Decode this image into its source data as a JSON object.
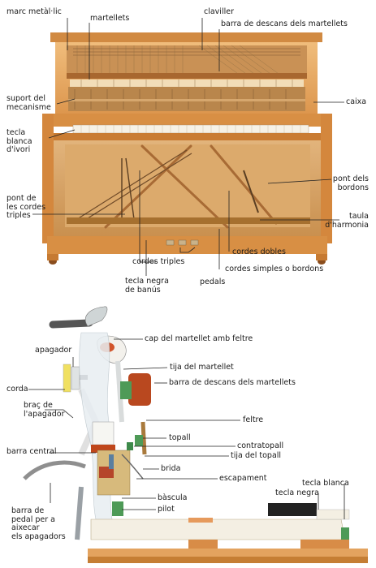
{
  "piano_labels": {
    "marc_metallic": "marc metàl·lic",
    "martellets": "martellets",
    "claviller": "claviller",
    "barra_descans": "barra de descans dels martellets",
    "suport_mecanisme": "suport del\nmecanisme",
    "caixa": "caixa",
    "tecla_blanca_ivori": "tecla\nblanca\nd'ivori",
    "pont_bordons": "pont dels\nbordons",
    "pont_cordes_triples": "pont de\nles cordes\ntriples",
    "taula_harmonia": "taula\nd'harmonia",
    "cordes_dobles": "cordes dobles",
    "cordes_triples": "cordes triples",
    "cordes_simples": "cordes simples o bordons",
    "tecla_negra_banus": "tecla negra\nde banús",
    "pedals": "pedals"
  },
  "action_labels": {
    "cap_martellet": "cap del martellet amb feltre",
    "apagador": "apagador",
    "tija_martellet": "tija del martellet",
    "corda": "corda",
    "barra_descans_martellets": "barra de descans dels martellets",
    "brac_apagador": "braç de\nl'apagador",
    "feltre": "feltre",
    "topall": "topall",
    "barra_central": "barra central",
    "contratopall": "contratopall",
    "tija_topall": "tija del topall",
    "brida": "brida",
    "escapament": "escapament",
    "tecla_blanca": "tecla blanca",
    "tecla_negra": "tecla negra",
    "bascula": "bàscula",
    "pilot": "pilot",
    "barra_pedal": "barra de\npedal per a\naixecar\nels apagadors"
  },
  "colors": {
    "wood": "#e6a65c",
    "wood_dark": "#c67a32",
    "wood_light": "#f3c98f",
    "interior": "#d9a56a",
    "hammer_red": "#b8441e",
    "felt_green": "#3d8a4a",
    "metal_gray": "#8f8f8f",
    "key_white": "#f4efe3",
    "key_black": "#222222"
  }
}
